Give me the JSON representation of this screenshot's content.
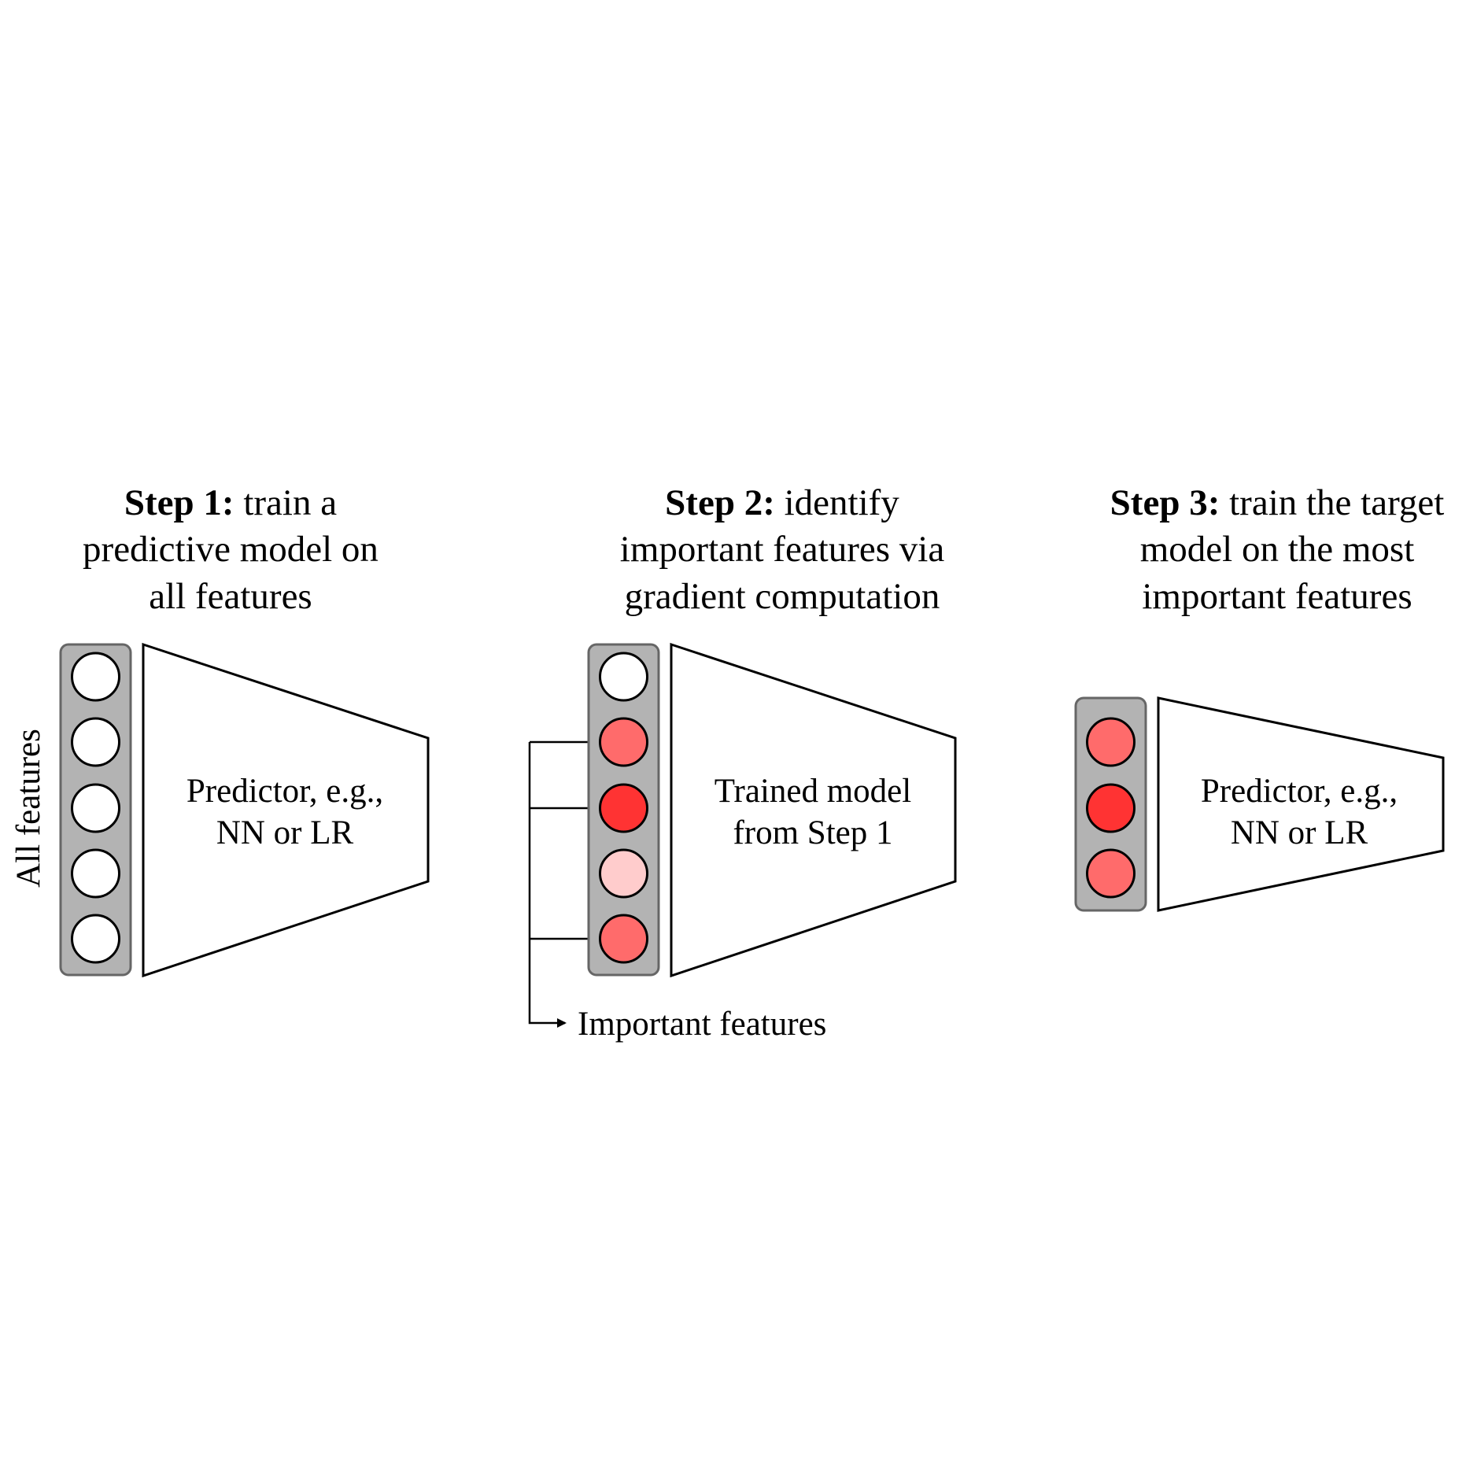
{
  "steps": [
    {
      "title_bold": "Step 1:",
      "title_lines": [
        " train a",
        "predictive model on",
        "all features"
      ],
      "model_lines": [
        "Predictor, e.g.,",
        "NN or LR"
      ],
      "features": [
        "#ffffff",
        "#ffffff",
        "#ffffff",
        "#ffffff",
        "#ffffff"
      ],
      "side_label": "All features"
    },
    {
      "title_bold": "Step 2:",
      "title_lines": [
        " identify",
        "important features via",
        "gradient computation"
      ],
      "model_lines": [
        "Trained model",
        "from Step 1"
      ],
      "features": [
        "#ffffff",
        "#ff6b6b",
        "#ff3333",
        "#ffcccc",
        "#ff6b6b"
      ],
      "callout": "Important features"
    },
    {
      "title_bold": "Step 3:",
      "title_lines": [
        " train the target",
        "model on the most",
        "important features"
      ],
      "model_lines": [
        "Predictor, e.g.,",
        "NN or LR"
      ],
      "features": [
        "#ff6b6b",
        "#ff3333",
        "#ff6b6b"
      ]
    }
  ],
  "icons": [
    "arrow-right-icon"
  ]
}
